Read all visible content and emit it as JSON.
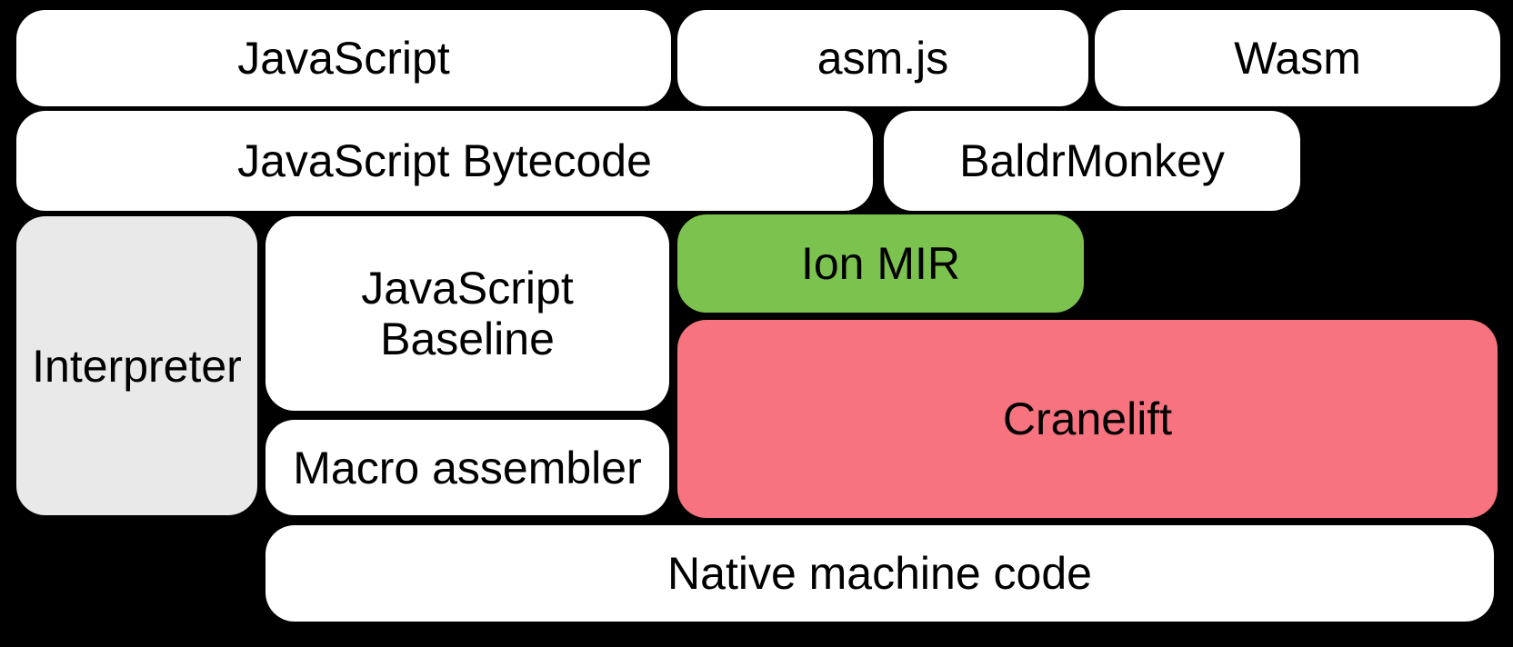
{
  "diagram": {
    "description": "Compiler pipeline block diagram",
    "background_color": "#000000",
    "text_color": "#000000",
    "colors": {
      "default_box": "#ffffff",
      "interpreter_gray": "#e9e9e9",
      "ion_green": "#7cc24e",
      "cranelift_pink": "#f6737f"
    },
    "nodes": [
      {
        "id": "javascript",
        "label": "JavaScript",
        "color": "#ffffff"
      },
      {
        "id": "asm-js",
        "label": "asm.js",
        "color": "#ffffff"
      },
      {
        "id": "wasm",
        "label": "Wasm",
        "color": "#ffffff"
      },
      {
        "id": "javascript-bytecode",
        "label": "JavaScript Bytecode",
        "color": "#ffffff"
      },
      {
        "id": "baldrmonkey",
        "label": "BaldrMonkey",
        "color": "#ffffff"
      },
      {
        "id": "interpreter",
        "label": "Interpreter",
        "color": "#e9e9e9"
      },
      {
        "id": "javascript-baseline",
        "label": "JavaScript\nBaseline",
        "color": "#ffffff"
      },
      {
        "id": "ion-mir",
        "label": "Ion MIR",
        "color": "#7cc24e"
      },
      {
        "id": "cranelift",
        "label": "Cranelift",
        "color": "#f6737f"
      },
      {
        "id": "macro-assembler",
        "label": "Macro assembler",
        "color": "#ffffff"
      },
      {
        "id": "native-machine-code",
        "label": "Native machine code",
        "color": "#ffffff"
      }
    ]
  }
}
